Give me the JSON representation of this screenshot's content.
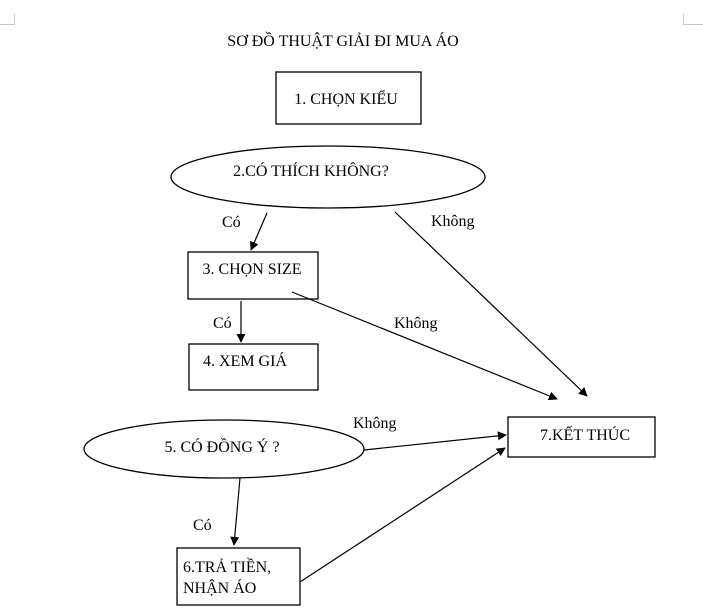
{
  "title": "SƠ ĐỒ THUẬT GIẢI ĐI MUA ÁO",
  "nodes": {
    "chon_kieu": "1. CHỌN KIỂU",
    "co_thich": "2.CÓ THÍCH KHÔNG?",
    "chon_size": "3. CHỌN SIZE",
    "xem_gia": "4. XEM GIÁ",
    "co_dong_y": "5. CÓ ĐỒNG Ý ?",
    "tra_tien_line1": "6.TRẢ TIỀN,",
    "tra_tien_line2": "NHẬN ÁO",
    "ket_thuc": "7.KẾT THÚC"
  },
  "edge_labels": {
    "thich_co": "Có",
    "thich_khong": "Không",
    "size_co": "Có",
    "size_khong": "Không",
    "dong_y_khong": "Không",
    "dong_y_co": "Có"
  },
  "colors": {
    "stroke": "#000000",
    "background": "#ffffff"
  }
}
